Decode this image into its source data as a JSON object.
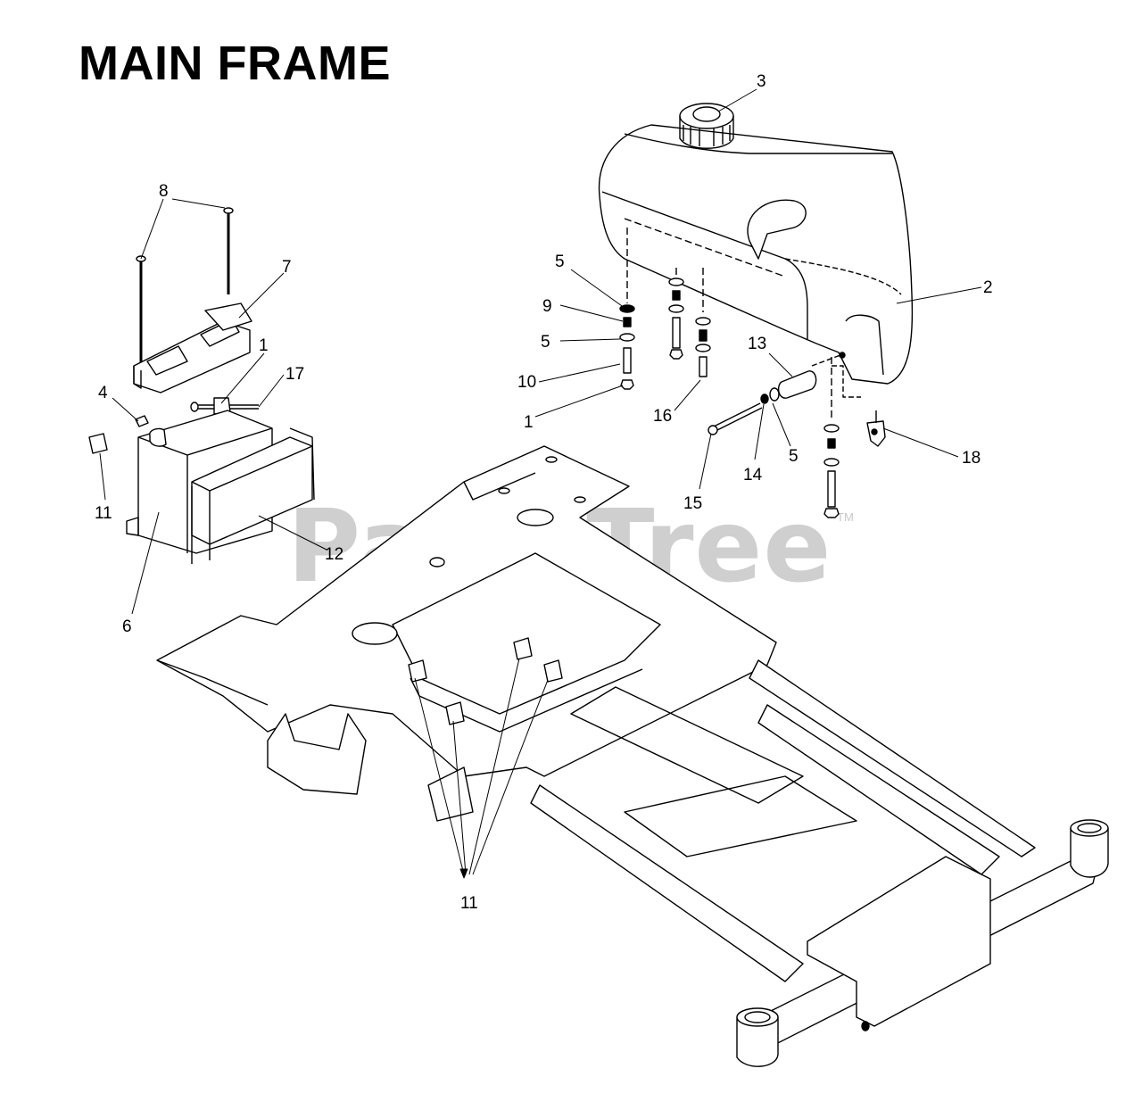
{
  "title": "MAIN FRAME",
  "watermark": {
    "text": "PartsTree",
    "tm": "TM"
  },
  "callouts": [
    {
      "id": "c3",
      "label": "3"
    },
    {
      "id": "c8",
      "label": "8"
    },
    {
      "id": "c7",
      "label": "7"
    },
    {
      "id": "c5a",
      "label": "5"
    },
    {
      "id": "c2",
      "label": "2"
    },
    {
      "id": "c9",
      "label": "9"
    },
    {
      "id": "c1a",
      "label": "1"
    },
    {
      "id": "c17",
      "label": "17"
    },
    {
      "id": "c5b",
      "label": "5"
    },
    {
      "id": "c13",
      "label": "13"
    },
    {
      "id": "c4",
      "label": "4"
    },
    {
      "id": "c10",
      "label": "10"
    },
    {
      "id": "c1b",
      "label": "1"
    },
    {
      "id": "c16",
      "label": "16"
    },
    {
      "id": "c18",
      "label": "18"
    },
    {
      "id": "c14",
      "label": "14"
    },
    {
      "id": "c5c",
      "label": "5"
    },
    {
      "id": "c11a",
      "label": "11"
    },
    {
      "id": "c15",
      "label": "15"
    },
    {
      "id": "c12",
      "label": "12"
    },
    {
      "id": "c6",
      "label": "6"
    },
    {
      "id": "c11b",
      "label": "11"
    }
  ]
}
